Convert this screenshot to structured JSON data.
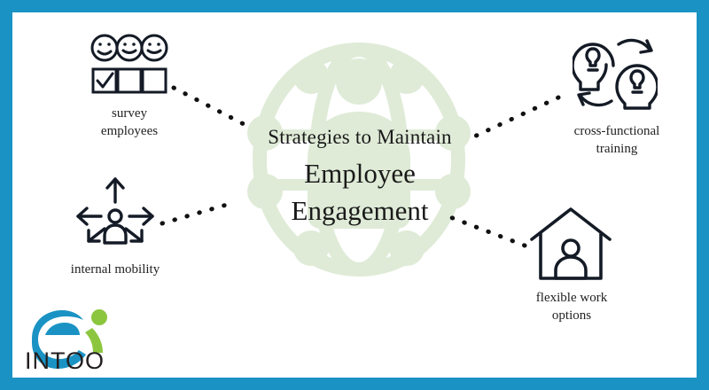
{
  "diagram": {
    "title_line1": "Strategies to Maintain",
    "title_line2": "Employee",
    "title_line3": "Engagement",
    "accent_color": "#1a93c4",
    "center_graphic_color": "#dde9d5",
    "icon_color": "#0f1f33",
    "nodes": [
      {
        "id": "survey-employees",
        "label_line1": "survey",
        "label_line2": "employees",
        "icon": "survey-checklist-icon"
      },
      {
        "id": "cross-functional-training",
        "label_line1": "cross-functional",
        "label_line2": "training",
        "icon": "lightbulb-head-exchange-icon"
      },
      {
        "id": "internal-mobility",
        "label_line1": "internal mobility",
        "label_line2": "",
        "icon": "person-four-arrows-icon"
      },
      {
        "id": "flexible-work-options",
        "label_line1": "flexible work",
        "label_line2": "options",
        "icon": "house-person-icon"
      }
    ]
  },
  "brand": {
    "name": "INTOO",
    "logo_icon": "intoo-e-logo"
  }
}
